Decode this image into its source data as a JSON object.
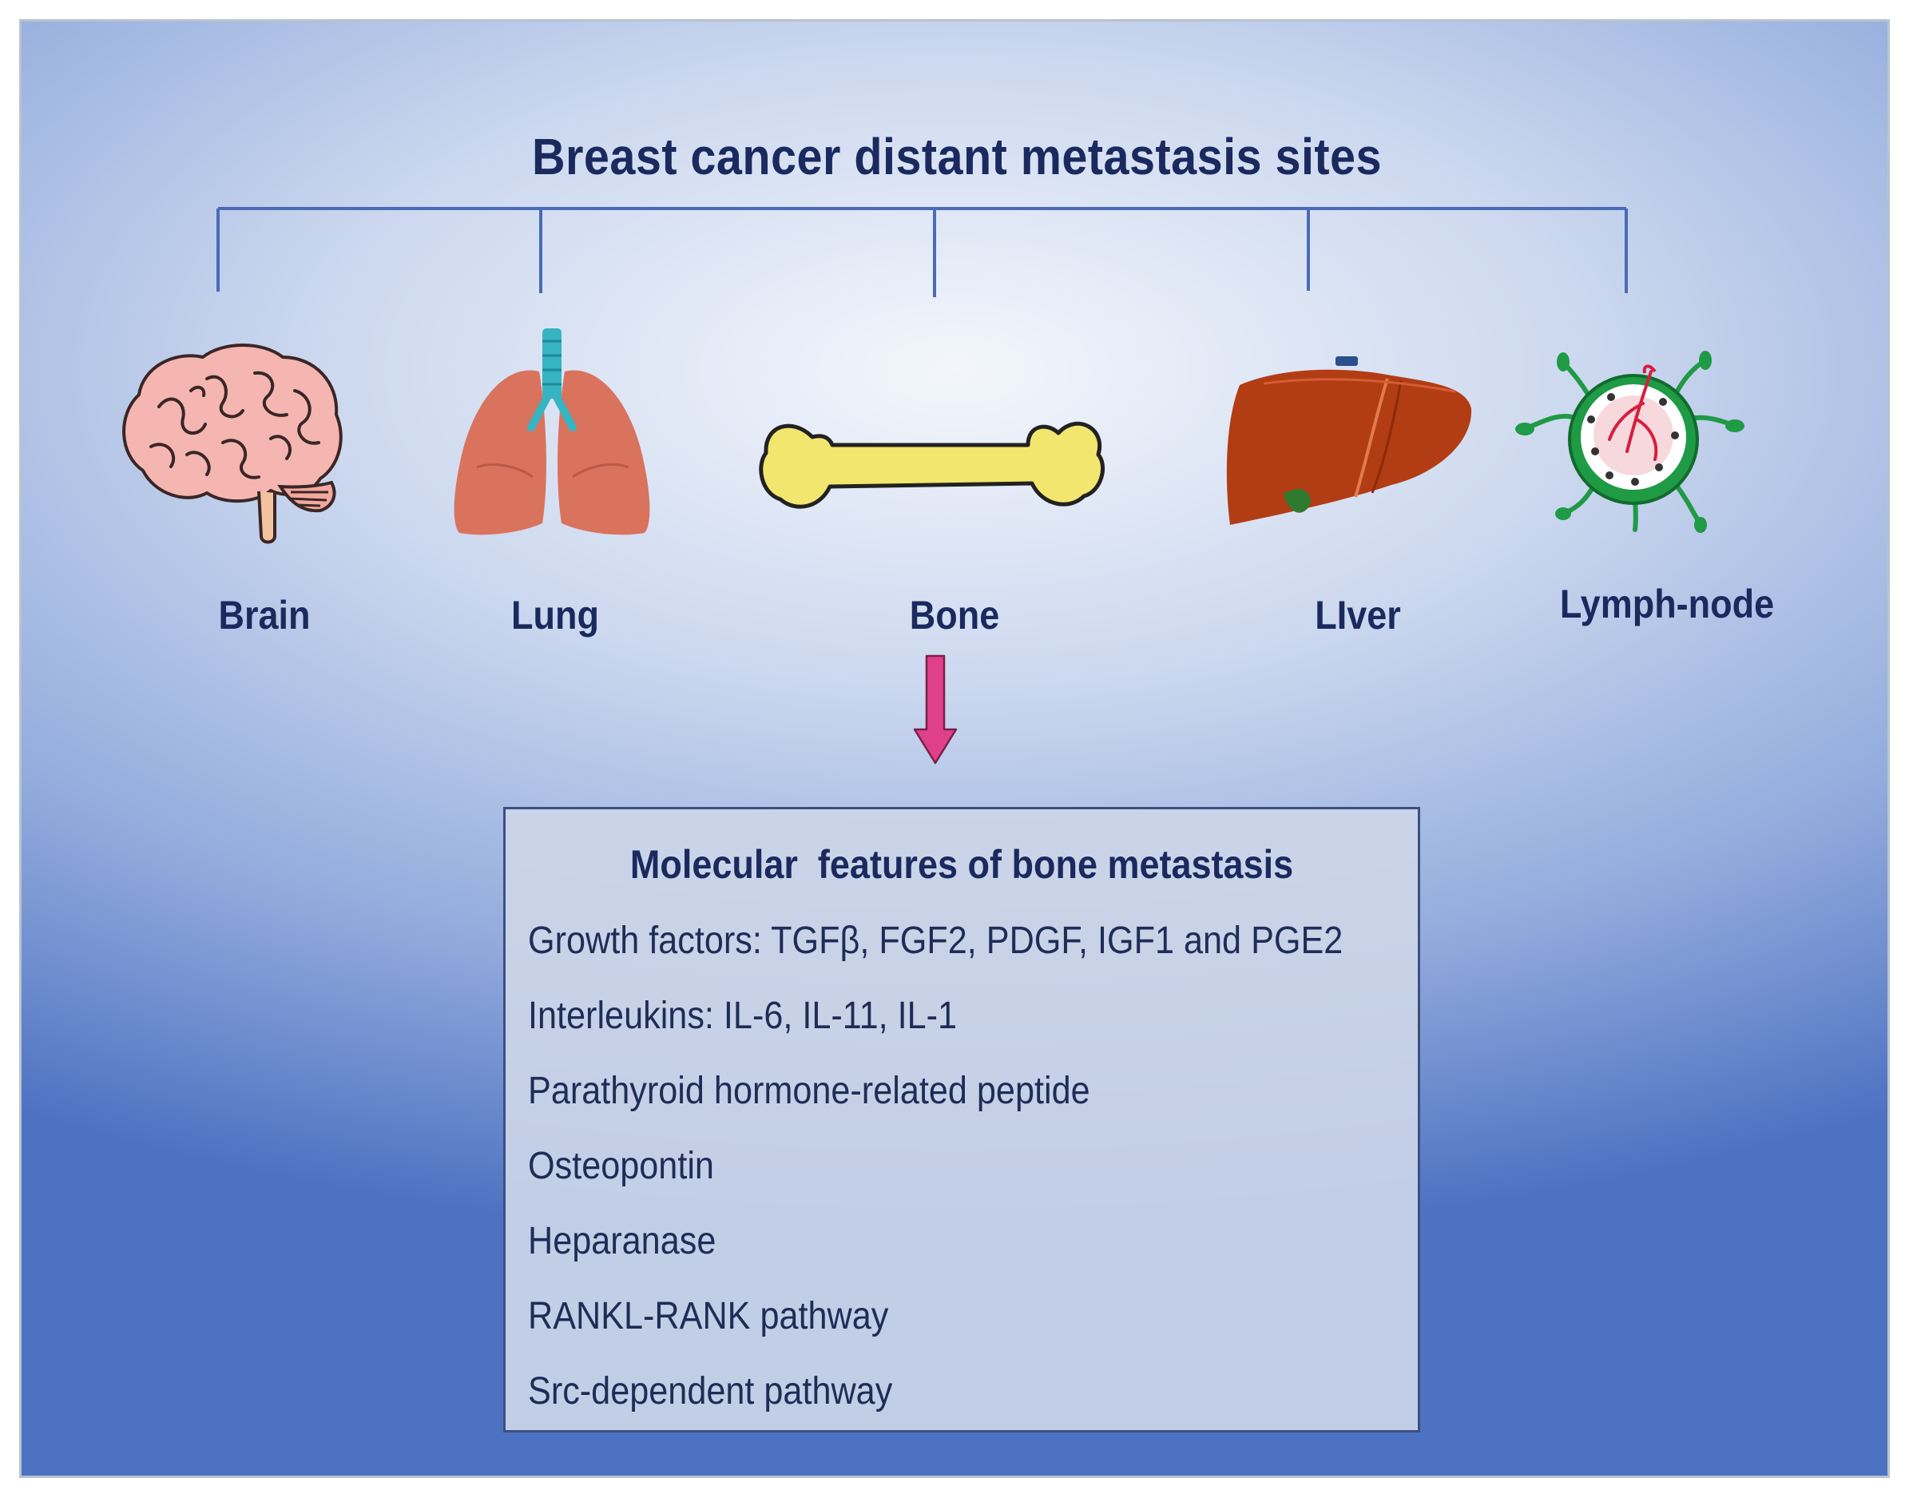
{
  "diagram": {
    "title": "Breast cancer distant metastasis sites",
    "sites": [
      {
        "label": "Brain",
        "icon": "brain-icon"
      },
      {
        "label": "Lung",
        "icon": "lungs-icon"
      },
      {
        "label": "Bone",
        "icon": "bone-icon"
      },
      {
        "label": "LIver",
        "icon": "liver-icon"
      },
      {
        "label": "Lymph-node",
        "icon": "lymph-node-icon"
      }
    ],
    "arrow_target": "Bone",
    "features_box": {
      "title": "Molecular  features of bone metastasis",
      "items": [
        "Growth factors: TGFβ, FGF2, PDGF, IGF1 and PGE2",
        "Interleukins: IL-6, IL-11, IL-1",
        "Parathyroid hormone-related peptide",
        "Osteopontin",
        "Heparanase",
        "RANKL-RANK pathway",
        "Src-dependent pathway"
      ]
    }
  },
  "colors": {
    "text": "#1a2a5e",
    "connector": "#4a6bb5",
    "arrow": "#e0408a",
    "brain": "#f5b5b0",
    "lung": "#d9735e",
    "bone": "#f3e66e",
    "liver": "#b23c14",
    "lymph": "#1f9a45"
  }
}
